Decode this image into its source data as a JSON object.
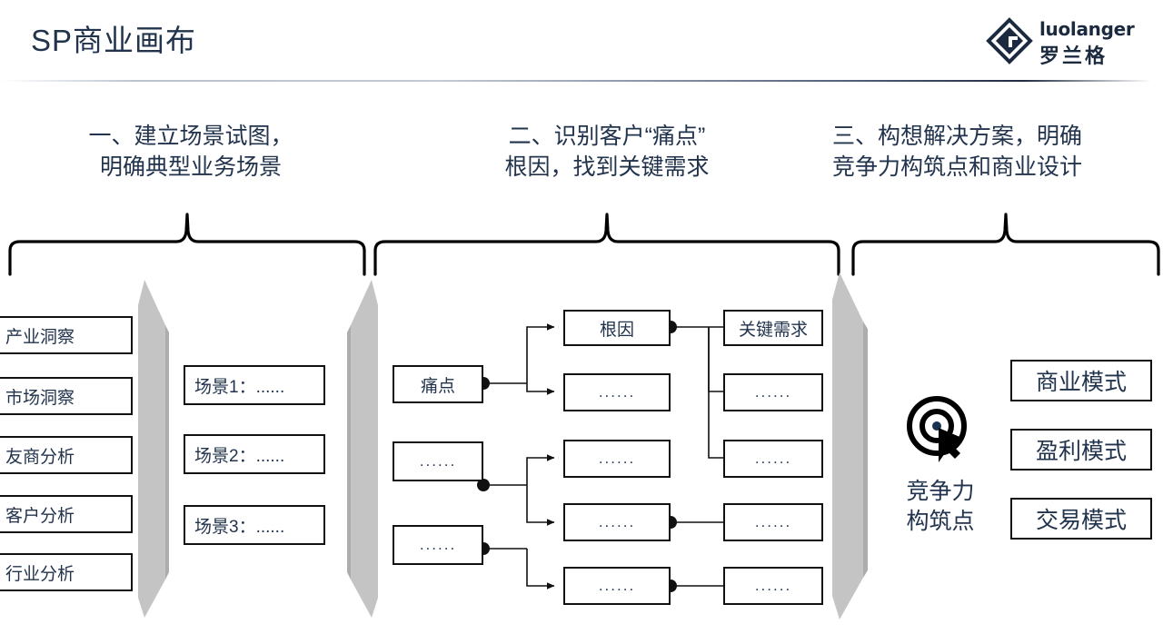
{
  "header": {
    "title": "SP商业画布",
    "logo": {
      "mark": "diamond-logo-icon",
      "name_en": "luolanger",
      "name_cn": "罗兰格"
    }
  },
  "sections": [
    {
      "id": "scenario",
      "heading": "一、建立场景试图，\n明确典型业务场景"
    },
    {
      "id": "painpoint",
      "heading": "二、识别客户“痛点”\n根因，找到关键需求"
    },
    {
      "id": "solution",
      "heading": "三、构想解决方案，明确\n竞争力构筑点和商业设计"
    }
  ],
  "section1": {
    "insights": [
      {
        "label": "产业洞察"
      },
      {
        "label": "市场洞察"
      },
      {
        "label": "友商分析"
      },
      {
        "label": "客户分析"
      },
      {
        "label": "行业分析"
      }
    ],
    "scenarios": [
      {
        "label": "场景1：......"
      },
      {
        "label": "场景2：......"
      },
      {
        "label": "场景3：......"
      }
    ]
  },
  "section2": {
    "col_painpoints": [
      {
        "label": "痛点"
      },
      {
        "label": "......"
      },
      {
        "label": "......"
      }
    ],
    "col_rootcauses": [
      {
        "label": "根因"
      },
      {
        "label": "......"
      },
      {
        "label": "......"
      },
      {
        "label": "......"
      },
      {
        "label": "......"
      }
    ],
    "col_keyneeds": [
      {
        "label": "关键需求"
      },
      {
        "label": "......"
      },
      {
        "label": "......"
      },
      {
        "label": "......"
      },
      {
        "label": "......"
      }
    ]
  },
  "section3": {
    "icon": "target-cursor-icon",
    "competitiveness_label": "竞争力\n构筑点",
    "models": [
      {
        "label": "商业模式"
      },
      {
        "label": "盈利模式"
      },
      {
        "label": "交易模式"
      }
    ]
  },
  "colors": {
    "title_navy": "#22334d",
    "box_border": "#111111",
    "fold_gray": "#c4c4c4",
    "fold_gray_dark": "#b0b0b0",
    "background": "#ffffff"
  }
}
